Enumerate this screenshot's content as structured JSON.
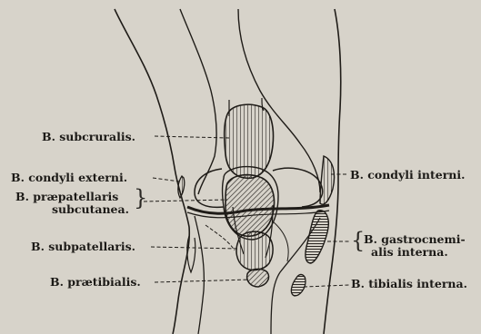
{
  "labels": {
    "subcruralis": "B. subcruralis.",
    "condyli_externi": "B. condyli externi.",
    "praepatellaris_line1": "B. præpatellaris",
    "praepatellaris_line2": "subcutanea.",
    "subpatellaris": "B. subpatellaris.",
    "praetibialis": "B. prætibialis.",
    "condyli_interni": "B. condyli interni.",
    "gastrocnemialis_line1": "B. gastrocnemi-",
    "gastrocnemialis_line2": "alis interna.",
    "tibialis_interna": "B. tibialis interna."
  },
  "colors": {
    "paper": "#d7d3ca",
    "ink": "#1c1a17"
  }
}
